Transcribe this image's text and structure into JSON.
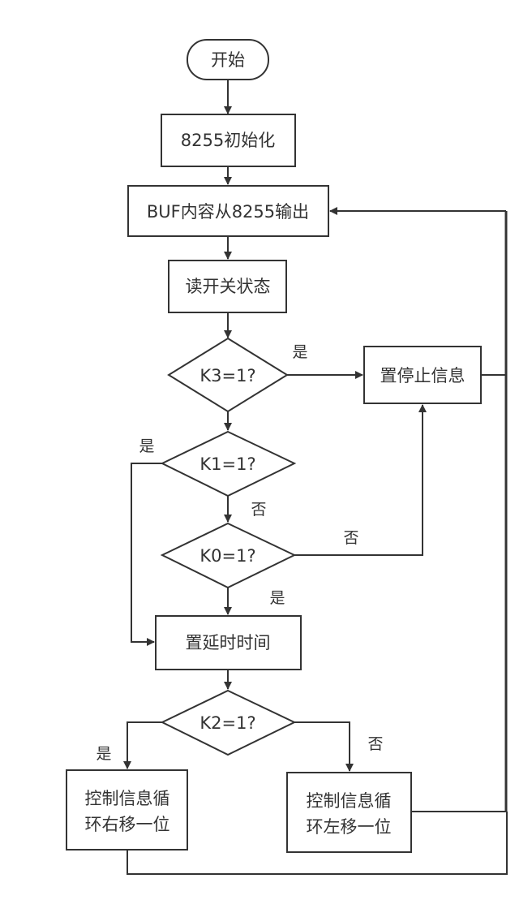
{
  "diagram": {
    "type": "flowchart",
    "colors": {
      "stroke": "#333333",
      "text": "#333333",
      "background": "#ffffff"
    },
    "nodes": [
      {
        "id": "start",
        "shape": "terminator",
        "lines": [
          "开始"
        ]
      },
      {
        "id": "init",
        "shape": "process",
        "lines": [
          "8255初始化"
        ]
      },
      {
        "id": "output",
        "shape": "process",
        "lines": [
          "BUF内容从8255输出"
        ]
      },
      {
        "id": "read",
        "shape": "process",
        "lines": [
          "读开关状态"
        ]
      },
      {
        "id": "k3",
        "shape": "decision",
        "lines": [
          "K3=1?"
        ]
      },
      {
        "id": "stop",
        "shape": "process",
        "lines": [
          "置停止信息"
        ]
      },
      {
        "id": "k1",
        "shape": "decision",
        "lines": [
          "K1=1?"
        ]
      },
      {
        "id": "k0",
        "shape": "decision",
        "lines": [
          "K0=1?"
        ]
      },
      {
        "id": "delay",
        "shape": "process",
        "lines": [
          "置延时时间"
        ]
      },
      {
        "id": "k2",
        "shape": "decision",
        "lines": [
          "K2=1?"
        ]
      },
      {
        "id": "right",
        "shape": "process",
        "lines": [
          "控制信息循",
          "环右移一位"
        ]
      },
      {
        "id": "left",
        "shape": "process",
        "lines": [
          "控制信息循",
          "环左移一位"
        ]
      }
    ],
    "edges": [
      {
        "from": "start",
        "to": "init",
        "label": ""
      },
      {
        "from": "init",
        "to": "output",
        "label": ""
      },
      {
        "from": "output",
        "to": "read",
        "label": ""
      },
      {
        "from": "read",
        "to": "k3",
        "label": ""
      },
      {
        "from": "k3",
        "to": "stop",
        "label": "是"
      },
      {
        "from": "k3",
        "to": "k1",
        "label": ""
      },
      {
        "from": "k1",
        "to": "delay",
        "label": "是"
      },
      {
        "from": "k1",
        "to": "k0",
        "label": "否"
      },
      {
        "from": "k0",
        "to": "stop",
        "label": "否"
      },
      {
        "from": "k0",
        "to": "delay",
        "label": "是"
      },
      {
        "from": "delay",
        "to": "k2",
        "label": ""
      },
      {
        "from": "k2",
        "to": "right",
        "label": "是"
      },
      {
        "from": "k2",
        "to": "left",
        "label": "否"
      },
      {
        "from": "stop",
        "to": "output",
        "label": ""
      },
      {
        "from": "left",
        "to": "output",
        "label": ""
      },
      {
        "from": "right",
        "to": "output",
        "label": ""
      }
    ]
  }
}
